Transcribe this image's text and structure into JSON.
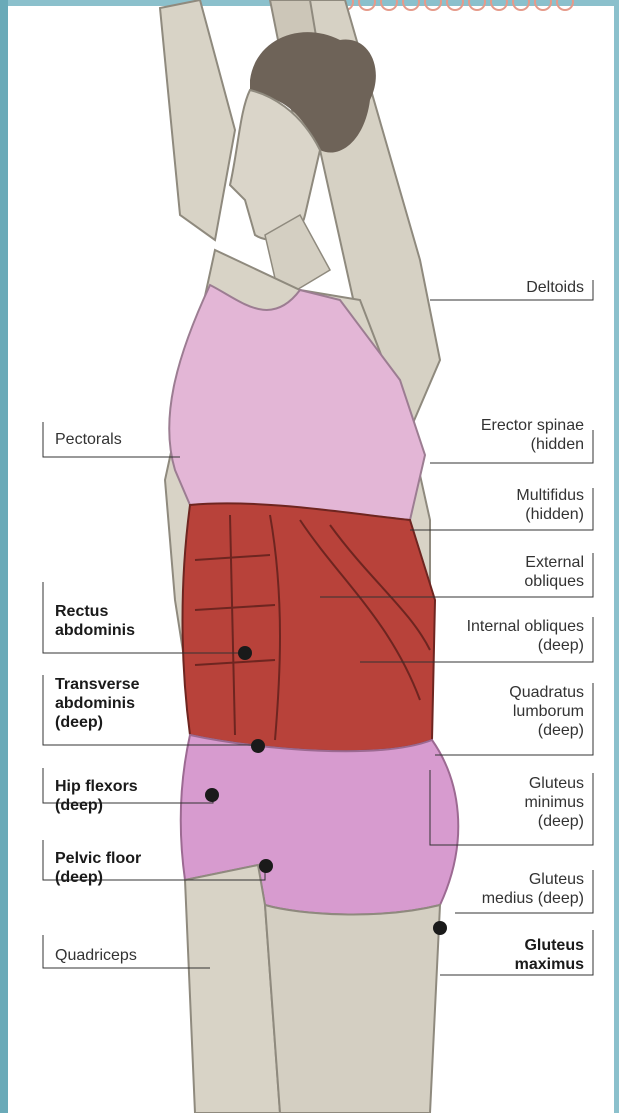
{
  "labels": {
    "deltoids": "Deltoids",
    "pectorals": "Pectorals",
    "erector_spinae": "Erector spinae\n(hidden",
    "multifidus": "Multifidus\n(hidden)",
    "external_obliques": "External\nobliques",
    "internal_obliques": "Internal obliques\n(deep)",
    "quadratus_lumborum": "Quadratus\nlumborum\n(deep)",
    "gluteus_minimus": "Gluteus\nminimus\n(deep)",
    "gluteus_medius": "Gluteus\nmedius (deep)",
    "gluteus_maximus": "Gluteus\nmaximus",
    "rectus_abdominis": "Rectus\nabdominis",
    "transverse_abdominis": "Transverse\nabdominis\n(deep)",
    "hip_flexors": "Hip flexors\n(deep)",
    "pelvic_floor": "Pelvic floor\n(deep)",
    "quadriceps": "Quadriceps"
  },
  "colors": {
    "frame": "#6aaab8",
    "skin": "#d8d3c6",
    "skin_shadow": "#b8b2a4",
    "hair": "#6e6358",
    "top_pink": "#e3b6d6",
    "shorts_pink": "#d79bcf",
    "muscle_red": "#b8423a",
    "leader_line": "#333333",
    "primary_dot": "#1a1a1a"
  }
}
